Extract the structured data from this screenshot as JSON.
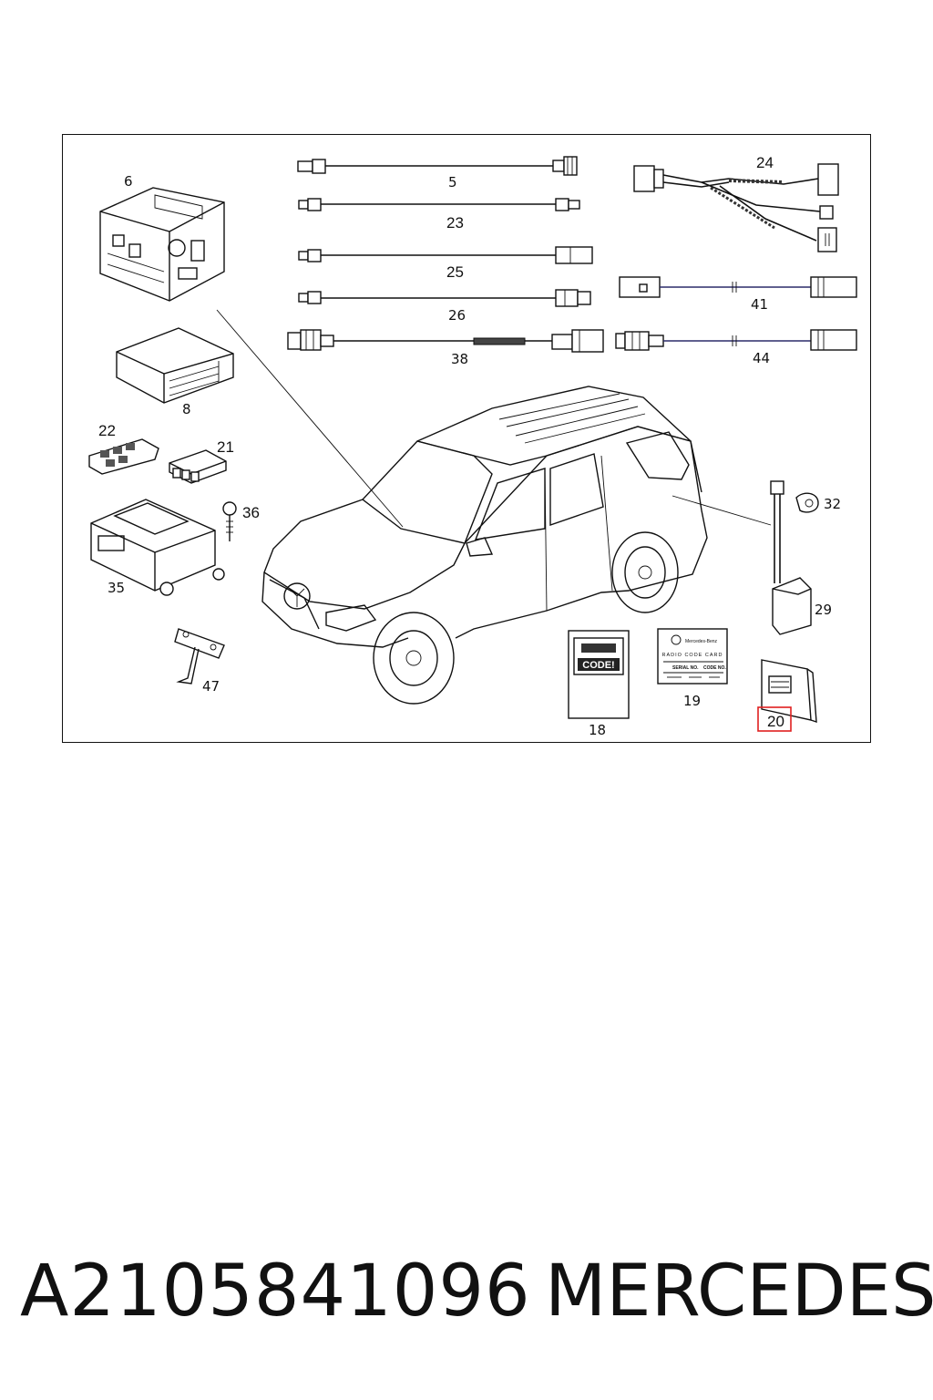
{
  "diagram": {
    "callouts": {
      "c5": "5",
      "c23": "23",
      "c25": "25",
      "c26": "26",
      "c38": "38",
      "c24": "24",
      "c41": "41",
      "c44": "44",
      "c6": "6",
      "c8": "8",
      "c22": "22",
      "c21": "21",
      "c36": "36",
      "c35": "35",
      "c47": "47",
      "c32": "32",
      "c29": "29",
      "c18": "18",
      "c19": "19",
      "c20": "20"
    },
    "card18_text": "CODE!",
    "card19": {
      "brand": "Mercedes-Benz",
      "title": "RADIO CODE CARD",
      "serial_label": "SERIAL NO.",
      "code_label": "CODE NO."
    },
    "highlight_color": "#e02020"
  },
  "footer": {
    "part_number": "A2105841096",
    "brand": "MERCEDES"
  }
}
